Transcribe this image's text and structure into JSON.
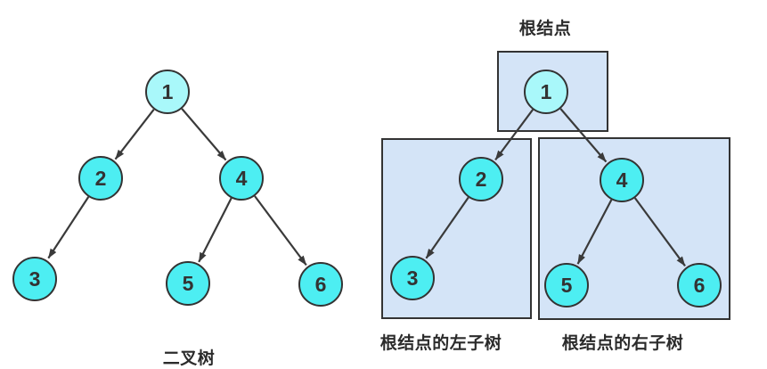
{
  "colors": {
    "canvas-bg": "#ffffff",
    "node-fill": "#4deef2",
    "root-node-fill": "#a9f8fa",
    "node-border": "#333333",
    "box-fill": "#d4e4f7",
    "box-border": "#333333",
    "edge-color": "#3a3a3a",
    "label-color": "#2b2b2b"
  },
  "tree": {
    "root": "1",
    "edges": [
      [
        "1",
        "2"
      ],
      [
        "1",
        "4"
      ],
      [
        "2",
        "3"
      ],
      [
        "4",
        "5"
      ],
      [
        "4",
        "6"
      ]
    ]
  },
  "left_diagram": {
    "caption": "二叉树",
    "nodes": {
      "n1": "1",
      "n2": "2",
      "n3": "3",
      "n4": "4",
      "n5": "5",
      "n6": "6"
    }
  },
  "right_diagram": {
    "root_box_label": "根结点",
    "left_subtree_caption": "根结点的左子树",
    "right_subtree_caption": "根结点的右子树",
    "nodes": {
      "n1": "1",
      "n2": "2",
      "n3": "3",
      "n4": "4",
      "n5": "5",
      "n6": "6"
    }
  }
}
